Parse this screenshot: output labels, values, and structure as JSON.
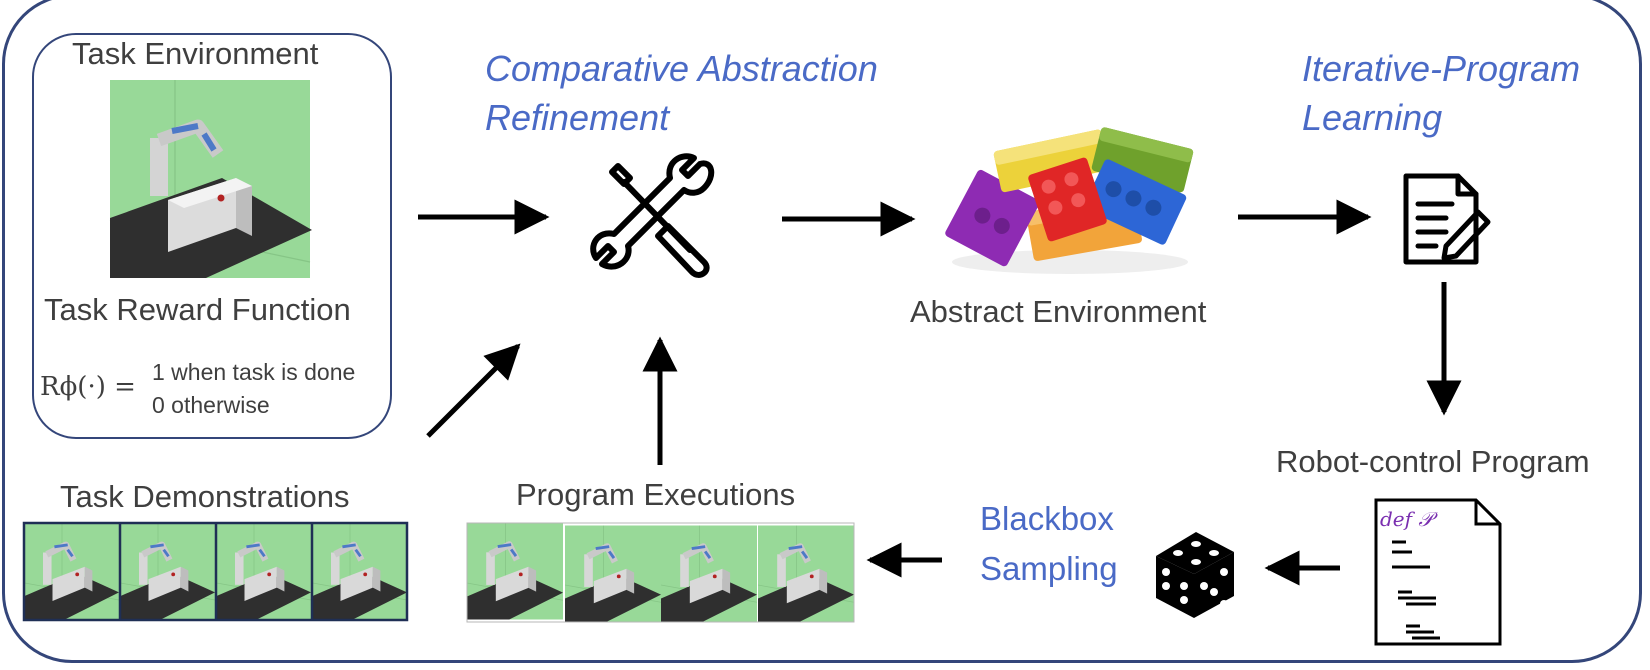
{
  "left_panel": {
    "task_env_title": "Task Environment",
    "reward_title": "Task Reward Function",
    "formula_lhs": "Rϕ(·) =",
    "formula_case1": "1 when task is done",
    "formula_case2": "0 otherwise"
  },
  "demos": {
    "title": "Task Demonstrations"
  },
  "executions": {
    "title": "Program Executions"
  },
  "refinement": {
    "line1": "Comparative Abstraction",
    "line2": "Refinement"
  },
  "abstract_env": {
    "label": "Abstract Environment"
  },
  "program_learning": {
    "line1": "Iterative-Program",
    "line2": "Learning"
  },
  "robot_program": {
    "label": "Robot-control Program",
    "code_header": "def 𝒫"
  },
  "sampling": {
    "line1": "Blackbox",
    "line2": "Sampling"
  },
  "icons": {
    "tools": "wrench-screwdriver-icon",
    "bricks": "lego-bricks-icon",
    "document": "document-pen-icon",
    "dice": "dice-icon",
    "code": "code-document-icon",
    "robot": "robot-arm-icon"
  },
  "colors": {
    "accent": "#4a6ac6",
    "frame": "#34467a",
    "sim_green": "#98d998",
    "text": "#3f3f3f"
  }
}
